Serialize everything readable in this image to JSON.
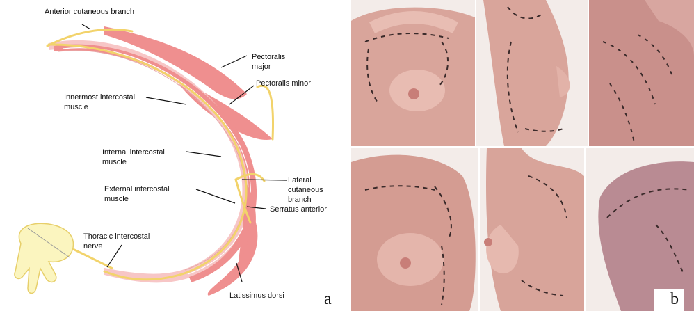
{
  "panel_a": {
    "letter": "a",
    "labels": {
      "anterior_cutaneous": "Anterior cutaneous branch",
      "pectoralis_major": "Pectoralis\nmajor",
      "pectoralis_minor": "Pectoralis minor",
      "innermost": "Innermost intercostal\nmuscle",
      "internal": "Internal intercostal\nmuscle",
      "external": "External intercostal\nmuscle",
      "lateral_cutaneous": "Lateral cutaneous\nbranch",
      "serratus": "Serratus anterior",
      "thoracic_nerve": "Thoracic intercostal\nnerve",
      "latissimus": "Latissimus dorsi"
    },
    "colors": {
      "muscle": "#ef8f8f",
      "muscle_light": "#f7c6c6",
      "nerve": "#f2d36b",
      "bone": "#fbf5bf"
    }
  },
  "panel_b": {
    "letter": "b",
    "photos": [
      {
        "name": "frontal-chest-view"
      },
      {
        "name": "lateral-view"
      },
      {
        "name": "posterior-back-view"
      },
      {
        "name": "oblique-chest-view"
      },
      {
        "name": "lateral-breast-view"
      },
      {
        "name": "posterior-shoulder-view"
      }
    ],
    "colors": {
      "skin": "#dba99f",
      "skin_light": "#f0cfc6",
      "marking": "#3a2a2a"
    }
  }
}
